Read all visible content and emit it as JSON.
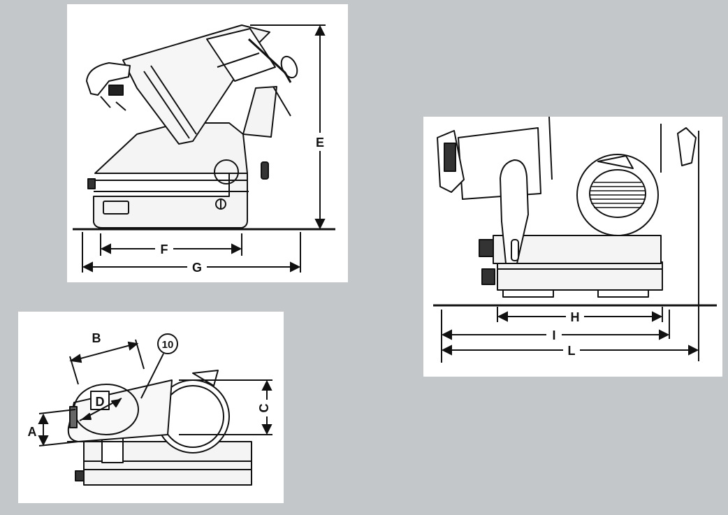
{
  "diagram": {
    "side_view": {
      "labels": {
        "E": "E",
        "F": "F",
        "G": "G"
      }
    },
    "front_view": {
      "labels": {
        "H": "H",
        "I": "I",
        "L": "L"
      }
    },
    "detail_view": {
      "labels": {
        "A": "A",
        "B": "B",
        "C": "C",
        "D": "D",
        "callout": "10"
      }
    }
  }
}
